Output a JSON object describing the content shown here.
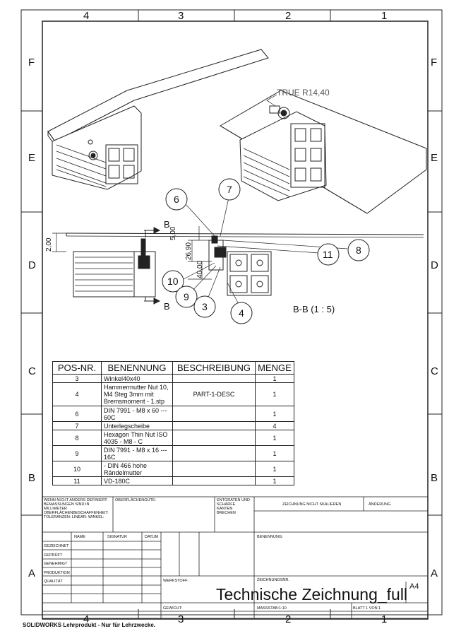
{
  "zones": {
    "columns": [
      "4",
      "3",
      "2",
      "1"
    ],
    "rows": [
      "F",
      "E",
      "D",
      "C",
      "B",
      "A"
    ]
  },
  "views": {
    "iso_annotation": "TRUE R14,40",
    "section_marker": "B",
    "section_label": "B-B (1 : 5)",
    "dimensions": [
      "2,00",
      "5,00",
      "26,90",
      "40,00"
    ]
  },
  "balloons": [
    "6",
    "7",
    "11",
    "8",
    "10",
    "9",
    "3",
    "4"
  ],
  "bom": {
    "headers": [
      "POS-NR.",
      "BENENNUNG",
      "BESCHREIBUNG",
      "MENGE"
    ],
    "rows": [
      {
        "pos": "3",
        "name": "Winkel40x40",
        "desc": "",
        "qty": "1"
      },
      {
        "pos": "4",
        "name": "Hammermutter Nut 10, M4 Steg 3mm mit Bremsmoment - 1.stp",
        "desc": "PART-1-DESC",
        "qty": "1"
      },
      {
        "pos": "6",
        "name": "DIN 7991 - M8 x 60 --- 60C",
        "desc": "",
        "qty": "1"
      },
      {
        "pos": "7",
        "name": "Unterlegscheibe",
        "desc": "",
        "qty": "4"
      },
      {
        "pos": "8",
        "name": "Hexagon Thin Nut ISO 4035 - M8 - C",
        "desc": "",
        "qty": "1"
      },
      {
        "pos": "9",
        "name": "DIN 7991 - M8 x 16 --- 16C",
        "desc": "",
        "qty": "1"
      },
      {
        "pos": "10",
        "name": "- DIN   466 hohe Rändelmutter",
        "desc": "",
        "qty": "1"
      },
      {
        "pos": "11",
        "name": "VD-180C",
        "desc": "",
        "qty": "1"
      }
    ]
  },
  "title_block": {
    "general_notes": "WENN NICHT ANDERS DEFINIERT: BEMASSUNGEN SIND IN MILLIMETER OBERFLÄCHENBESCHAFFENHEIT: TOLERANZEN: LINEAR: WINKEL:",
    "surface_finish": "OBERFLÄCHENGÜTE:",
    "deburr": "ENTGRATEN UND SCHARFE KANTEN BRECHEN",
    "no_scale": "ZEICHNUNG NICHT SKALIEREN",
    "revision": "ÄNDERUNG",
    "col_name": "NAME",
    "col_signature": "SIGNATUR",
    "col_date": "DATUM",
    "roles": [
      "GEZEICHNET",
      "GEPRÜFT",
      "GENEHMIGT",
      "PRODUKTION",
      "QUALITÄT"
    ],
    "designation": "BENENNUNG:",
    "material": "WERKSTOFF:",
    "drawing_no": "ZEICHNUNGSNR.",
    "title": "Technische Zeichnung_full",
    "sheet_size": "A4",
    "scale": "MASSSTAB:1:10",
    "sheet": "BLATT 1 VON 1",
    "weight": "GEWICHT:"
  },
  "watermark": "SOLIDWORKS Lehrprodukt - Nur für Lehrzwecke."
}
